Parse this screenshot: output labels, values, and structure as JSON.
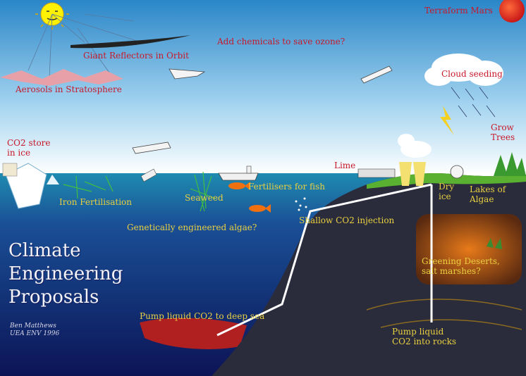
{
  "title": [
    "Climate",
    "Engineering",
    "Proposals"
  ],
  "credit": [
    "Ben Matthews",
    "UEA ENV 1996"
  ],
  "labels": {
    "terraform_mars": "Terraform Mars",
    "giant_reflectors": "Giant Reflectors in Orbit",
    "add_chemicals": "Add chemicals to save ozone?",
    "aerosols": "Aerosols in Stratosphere",
    "cloud_seeding": "Cloud seeding",
    "co2_store": [
      "CO2 store",
      "in ice"
    ],
    "grow_trees": [
      "Grow",
      "Trees"
    ],
    "lime": "Lime",
    "iron_fertilisation": "Iron Fertilisation",
    "seaweed": "Seaweed",
    "fertilisers_for_fish": "Fertilisers for fish",
    "dry_ice": [
      "Dry",
      "ice"
    ],
    "lakes_of_algae": [
      "Lakes of",
      "Algae"
    ],
    "genetically_engineered_algae": "Genetically engineered algae?",
    "shallow_co2": "Shallow CO2 injection",
    "greening_deserts": [
      "Greening Deserts,",
      "salt marshes?"
    ],
    "pump_deep_sea": "Pump liquid CO2 to deep sea",
    "pump_rocks": [
      "Pump liquid",
      "CO2 into rocks"
    ]
  },
  "colors": {
    "sky": "#2a86c8",
    "sea": "#1e6fa6",
    "deep_sea": "#101a6a",
    "land": "#2a2c3c",
    "label_red": "#c8182a",
    "label_yellow": "#e8d040"
  }
}
